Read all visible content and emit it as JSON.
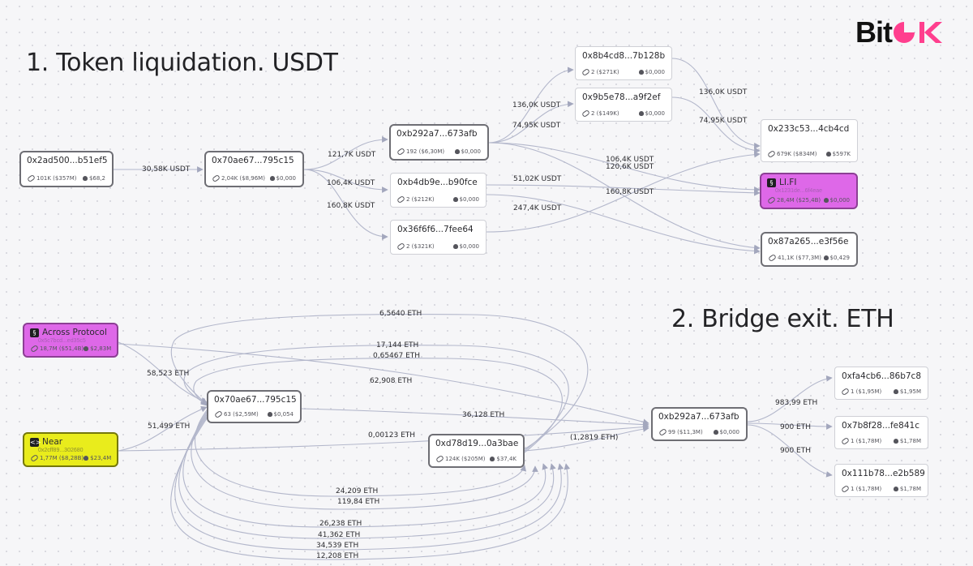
{
  "logo": {
    "text": "Bit",
    "mark": "OK",
    "accent_color": "#ff3f8e"
  },
  "headings": {
    "token": "1. Token liquidation. USDT",
    "bridge": "2. Bridge exit. ETH"
  },
  "nodes": [
    {
      "id": "a1",
      "title": "0x2ad500...b51ef5",
      "links": "101K ($357M)",
      "balance": "$68,2",
      "selected": true
    },
    {
      "id": "a2",
      "title": "0x70ae67...795c15",
      "links": "2,04K ($8,96M)",
      "balance": "$0,000",
      "selected": true
    },
    {
      "id": "a3",
      "title": "0xb292a7...673afb",
      "links": "192 ($6,30M)",
      "balance": "$0,000",
      "selected": true
    },
    {
      "id": "a4",
      "title": "0xb4db9e...b90fce",
      "links": "2 ($212K)",
      "balance": "$0,000"
    },
    {
      "id": "a5",
      "title": "0x36f6f6...7fee64",
      "links": "2 ($321K)",
      "balance": "$0,000"
    },
    {
      "id": "a6",
      "title": "0x8b4cd8...7b128b",
      "links": "2 ($271K)",
      "balance": "$0,000"
    },
    {
      "id": "a7",
      "title": "0x9b5e78...a9f2ef",
      "links": "2 ($149K)",
      "balance": "$0,000"
    },
    {
      "id": "a8",
      "title": "0x233c53...4cb4cd",
      "links": "679K ($834M)",
      "balance": "$597K"
    },
    {
      "id": "a9",
      "title": "LI.FI",
      "sub": "0x1231de...6f4eae",
      "links": "28,4M ($25,4B)",
      "balance": "$0,000",
      "color": "pink",
      "selected": true
    },
    {
      "id": "a10",
      "title": "0x87a265...e3f56e",
      "links": "41,1K ($77,3M)",
      "balance": "$0,429",
      "selected": true
    },
    {
      "id": "b1",
      "title": "Across Protocol",
      "sub": "0x5c7bcd...ed35c5",
      "links": "18,7M ($51,4B)",
      "balance": "$2,83M",
      "color": "pink",
      "selected": true
    },
    {
      "id": "b2",
      "title": "Near",
      "sub": "0x2cff89...302680",
      "links": "1,77M ($8,28B)",
      "balance": "$23,4M",
      "color": "yellow",
      "selected": true
    },
    {
      "id": "b3",
      "title": "0x70ae67...795c15",
      "links": "63 ($2,59M)",
      "balance": "$0,054",
      "selected": true
    },
    {
      "id": "b4",
      "title": "0xd78d19...0a3bae",
      "links": "124K ($205M)",
      "balance": "$37,4K",
      "selected": true
    },
    {
      "id": "b5",
      "title": "0xb292a7...673afb",
      "links": "99 ($11,3M)",
      "balance": "$0,000",
      "selected": true
    },
    {
      "id": "b6",
      "title": "0xfa4cb6...86b7c8",
      "links": "1 ($1,95M)",
      "balance": "$1,95M"
    },
    {
      "id": "b7",
      "title": "0x7b8f28...fe841c",
      "links": "1 ($1,78M)",
      "balance": "$1,78M"
    },
    {
      "id": "b8",
      "title": "0x111b78...e2b589",
      "links": "1 ($1,78M)",
      "balance": "$1,78M"
    }
  ],
  "edges": [
    {
      "label": "30,58K USDT"
    },
    {
      "label": "121,7K USDT"
    },
    {
      "label": "106,4K USDT"
    },
    {
      "label": "160,8K USDT"
    },
    {
      "label": "136,0K USDT"
    },
    {
      "label": "74,95K USDT"
    },
    {
      "label": "136,0K USDT"
    },
    {
      "label": "74,95K USDT"
    },
    {
      "label": "106,4K USDT"
    },
    {
      "label": "120,6K USDT"
    },
    {
      "label": "51,02K USDT"
    },
    {
      "label": "160,8K USDT"
    },
    {
      "label": "247,4K USDT"
    },
    {
      "label": "6,5640 ETH"
    },
    {
      "label": "17,144 ETH"
    },
    {
      "label": "0,65467 ETH"
    },
    {
      "label": "58,523 ETH"
    },
    {
      "label": "62,908 ETH"
    },
    {
      "label": "36,128 ETH"
    },
    {
      "label": "51,499 ETH"
    },
    {
      "label": "0,00123 ETH"
    },
    {
      "label": "(1,2819 ETH)"
    },
    {
      "label": "983,99 ETH"
    },
    {
      "label": "900 ETH"
    },
    {
      "label": "900 ETH"
    },
    {
      "label": "24,209 ETH"
    },
    {
      "label": "119,84 ETH"
    },
    {
      "label": "26,238 ETH"
    },
    {
      "label": "41,362 ETH"
    },
    {
      "label": "34,539 ETH"
    },
    {
      "label": "12,208 ETH"
    }
  ],
  "icons": {
    "links": "link-icon",
    "balance": "money-bag-icon",
    "lifi": "bridge-icon",
    "near": "code-icon"
  }
}
